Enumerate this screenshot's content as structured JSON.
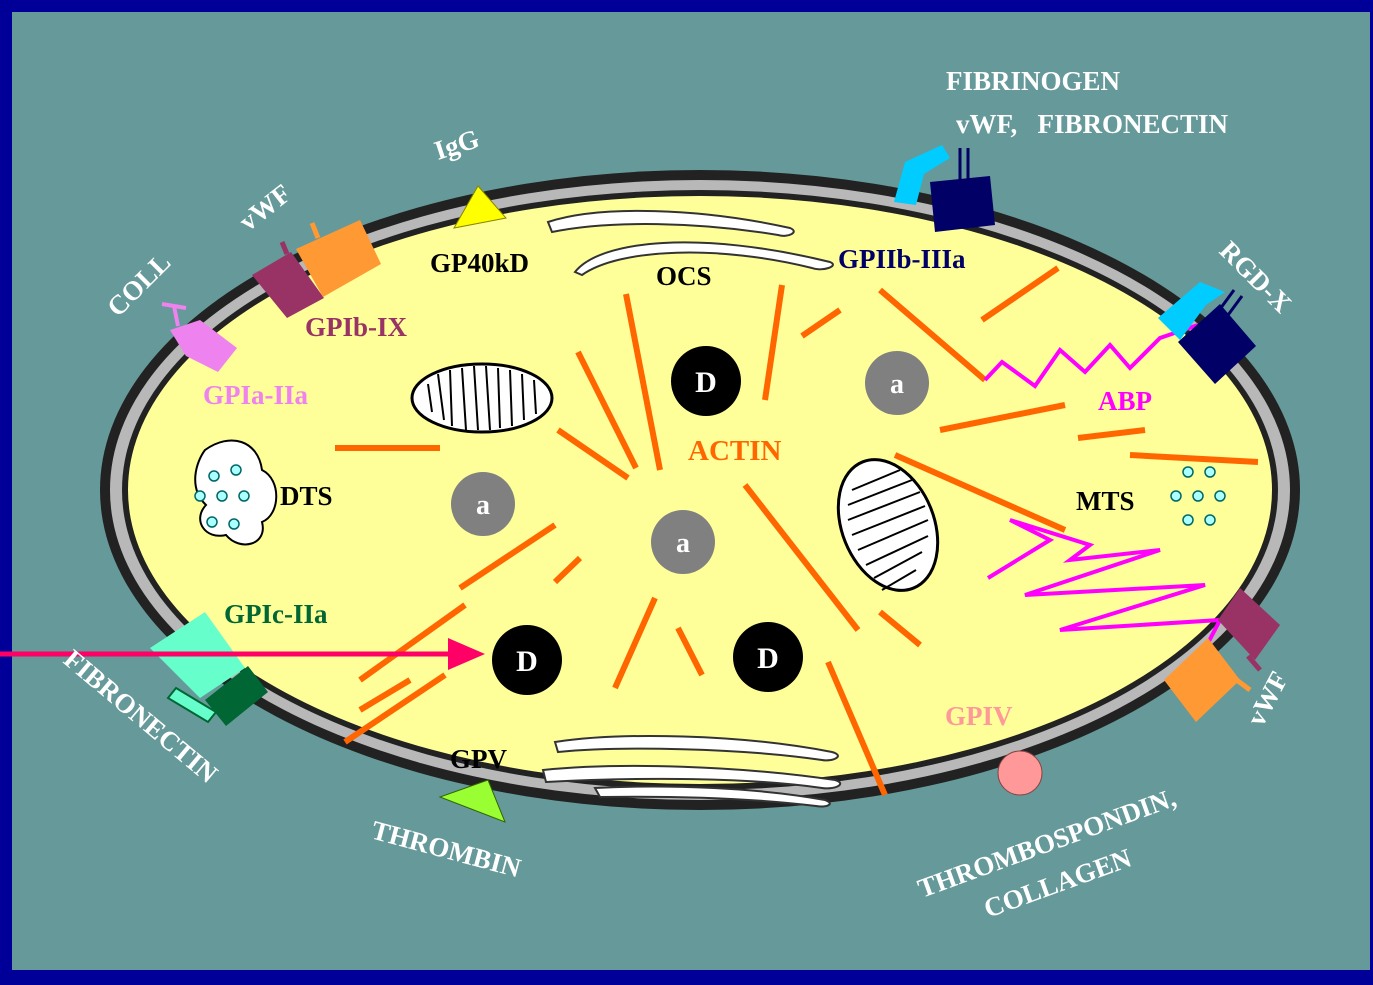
{
  "colors": {
    "slide_border": "#000099",
    "background": "#669999",
    "cytoplasm": "#FFFF99",
    "actin": "#FF6600",
    "abp": "#FF00FF",
    "dense_body": "#000000",
    "alpha_granule": "#808080",
    "pointer_arrow": "#FF0066"
  },
  "receptors": {
    "gp40kd": "GP40kD",
    "gpib_ix": "GPIb-IX",
    "gpia_iia": "GPIa-IIa",
    "gpiib_iiia": "GPIIb-IIIa",
    "gpic_iia": "GPIc-IIa",
    "gpv": "GPV",
    "gpiv": "GPIV"
  },
  "ligands": {
    "igg": "IgG",
    "vwf_top": "vWF",
    "coll": "COLL",
    "fibrinogen": "FIBRINOGEN",
    "vwf_fibronectin": "vWF,   FIBRONECTIN",
    "rgd_x": "RGD-X",
    "vwf_right": "vWF",
    "fibronectin": "FIBRONECTIN",
    "thrombin": "THROMBIN",
    "thrombospondin": "THROMBOSPONDIN,",
    "collagen": "COLLAGEN"
  },
  "organelles": {
    "ocs": "OCS",
    "dts": "DTS",
    "mts": "MTS",
    "actin": "ACTIN",
    "abp": "ABP",
    "dense_body": "D",
    "alpha_granule": "a"
  }
}
